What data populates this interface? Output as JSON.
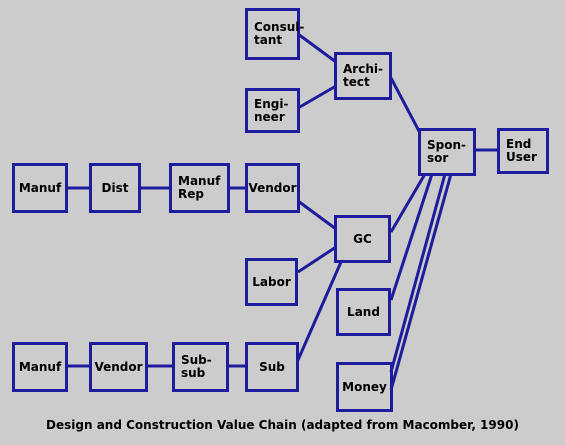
{
  "diagram": {
    "colors": {
      "background": "#cccccc",
      "line": "#1c1c9c",
      "text": "#000000"
    },
    "nodes": {
      "consultant": "Consul-\ntant",
      "engineer": "Engi-\nneer",
      "architect": "Archi-\ntect",
      "sponsor": "Spon-\nsor",
      "end_user": "End\nUser",
      "manuf_1": "Manuf",
      "dist": "Dist",
      "manuf_rep": "Manuf\nRep",
      "vendor_1": "Vendor",
      "gc": "GC",
      "labor": "Labor",
      "land": "Land",
      "money": "Money",
      "manuf_2": "Manuf",
      "vendor_2": "Vendor",
      "sub_sub": "Sub-\nsub",
      "sub": "Sub"
    },
    "caption": "Design and Construction Value Chain (adapted from Macomber, 1990)"
  }
}
